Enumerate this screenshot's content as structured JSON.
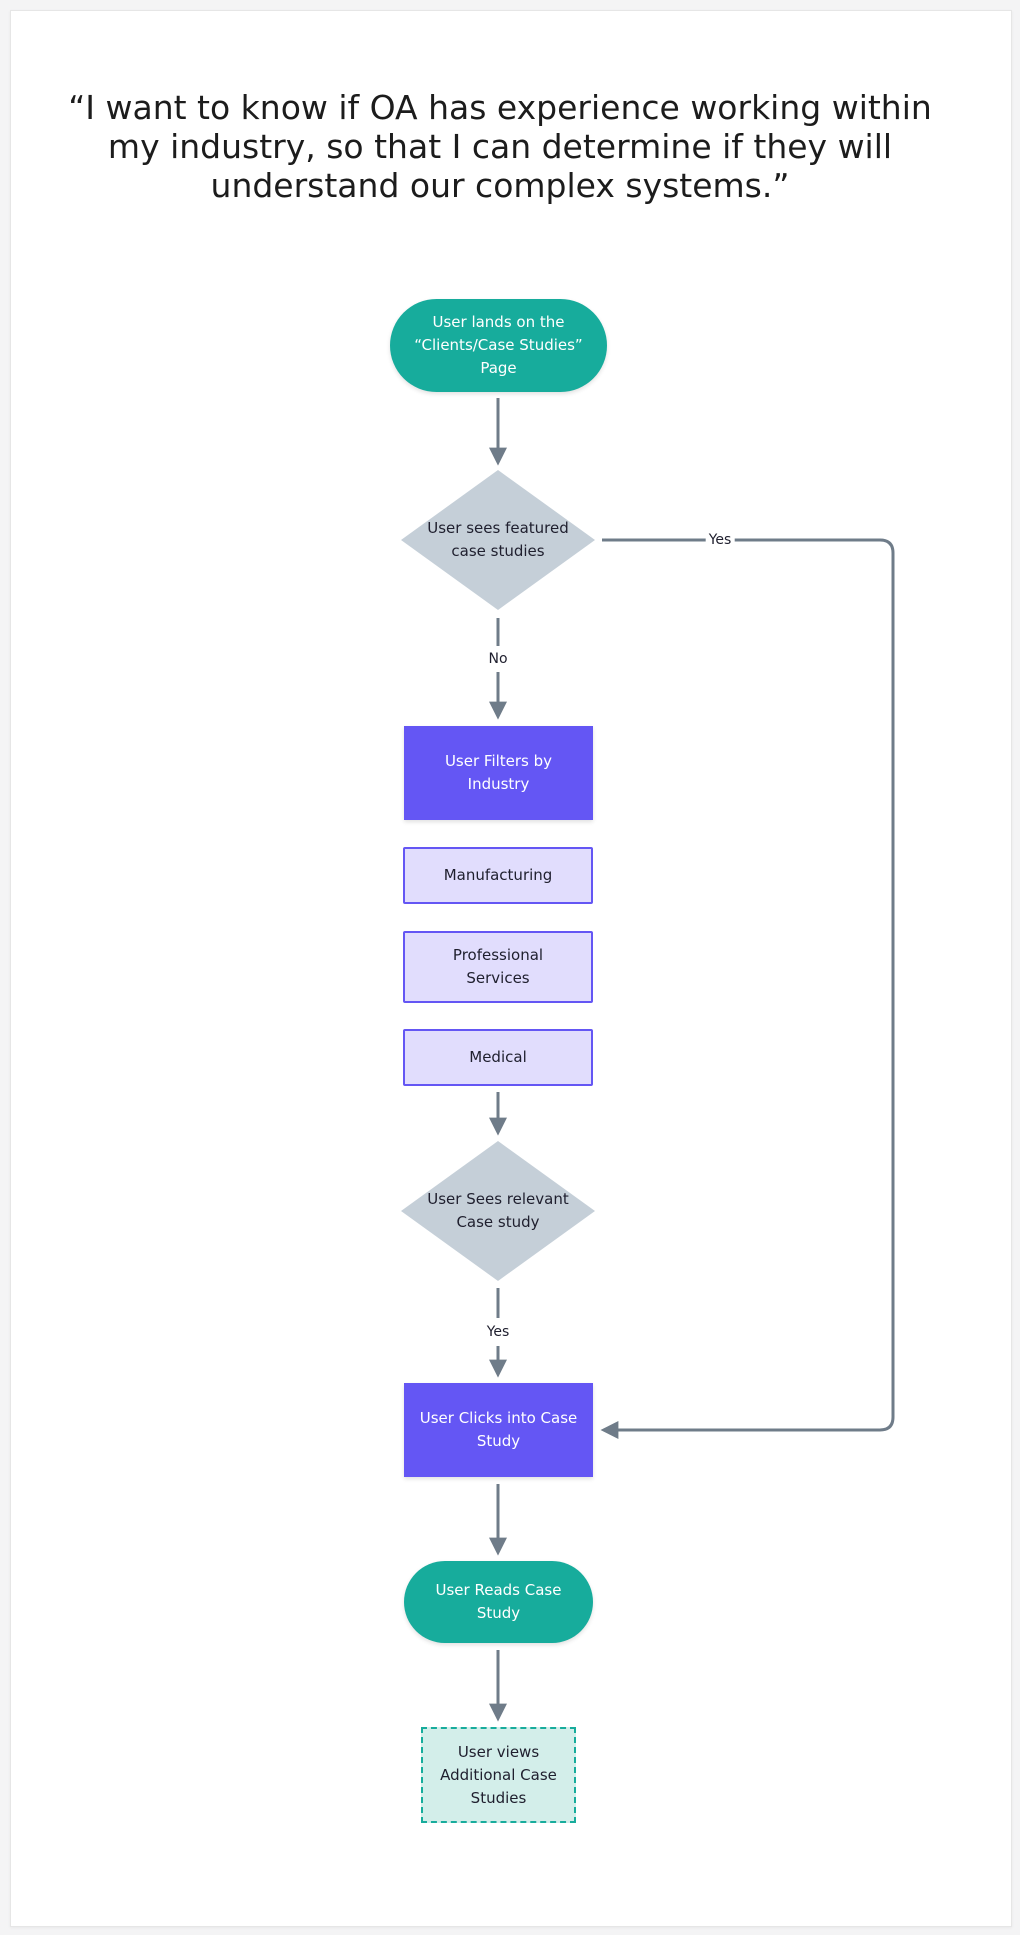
{
  "quote": "“I want to know if OA has experience working within\nmy industry, so that I can determine if they will\nunderstand our complex systems.”",
  "nodes": {
    "start": "User lands on the\n“Clients/Case Studies”\nPage",
    "featured_decision": "User sees featured\ncase studies",
    "filter": "User Filters by\nIndustry",
    "option_manufacturing": "Manufacturing",
    "option_professional": "Professional\nServices",
    "option_medical": "Medical",
    "relevant_decision": "User Sees relevant\nCase study",
    "clicks": "User Clicks into Case\nStudy",
    "reads": "User Reads Case\nStudy",
    "additional": "User views\nAdditional Case\nStudies"
  },
  "edge_labels": {
    "featured_yes": "Yes",
    "featured_no": "No",
    "relevant_yes": "Yes"
  },
  "colors": {
    "terminal": "#17ac9c",
    "process": "#6456f4",
    "option_fill": "#e1ddfd",
    "decision_fill": "#c5cfd8",
    "connector": "#6f7c89",
    "future_fill": "#d3eeea"
  }
}
